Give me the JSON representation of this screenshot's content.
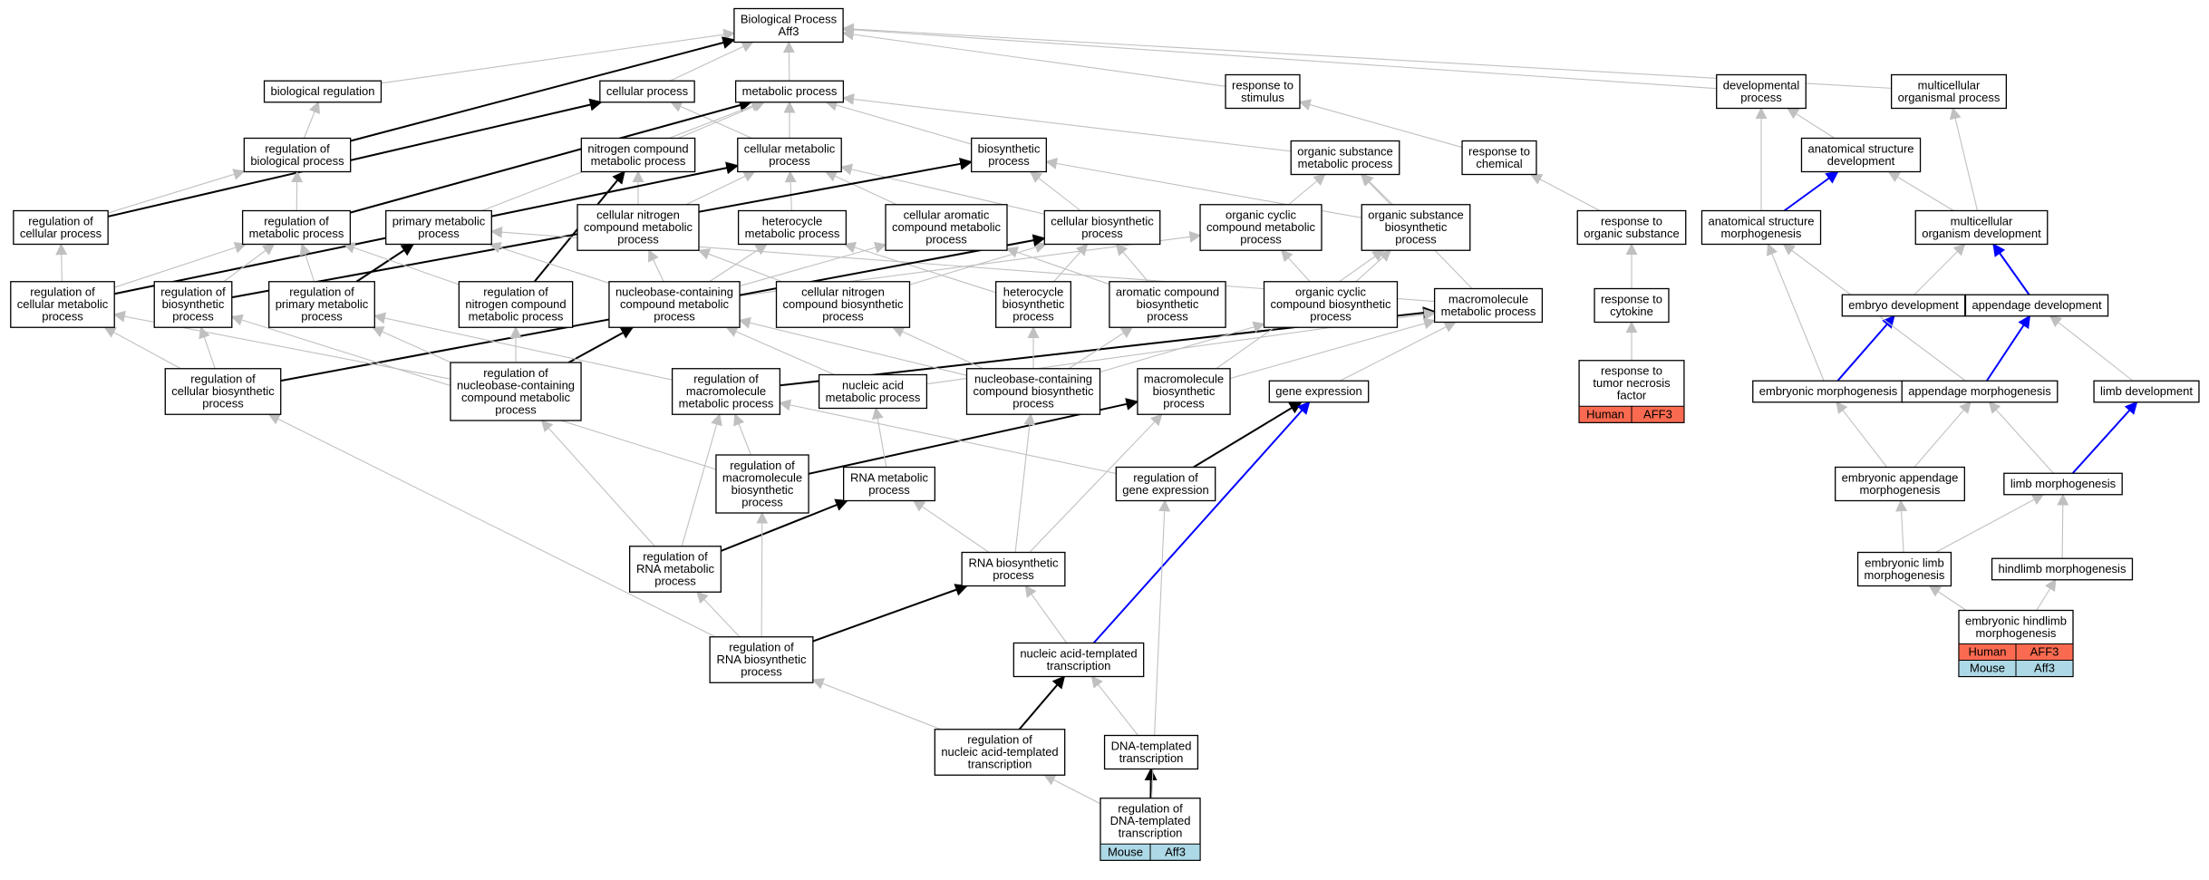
{
  "colors": {
    "edge_gray": "#c0c0c0",
    "edge_black": "#000000",
    "edge_blue": "#0000ff",
    "human_fill": "#fa6a50",
    "mouse_fill": "#add8e6",
    "node_stroke": "#000000",
    "node_fill": "#ffffff"
  },
  "nodes": [
    {
      "id": "bp",
      "lines": [
        "Biological Process",
        "Aff3"
      ]
    },
    {
      "id": "bioreg",
      "lines": [
        "biological regulation"
      ]
    },
    {
      "id": "cellproc",
      "lines": [
        "cellular process"
      ]
    },
    {
      "id": "metproc",
      "lines": [
        "metabolic process"
      ]
    },
    {
      "id": "respstim",
      "lines": [
        "response to",
        "stimulus"
      ]
    },
    {
      "id": "devproc",
      "lines": [
        "developmental",
        "process"
      ]
    },
    {
      "id": "multiproc",
      "lines": [
        "multicellular",
        "organismal process"
      ]
    },
    {
      "id": "regbio",
      "lines": [
        "regulation of",
        "biological process"
      ]
    },
    {
      "id": "nitro",
      "lines": [
        "nitrogen compound",
        "metabolic process"
      ]
    },
    {
      "id": "cellmet",
      "lines": [
        "cellular metabolic",
        "process"
      ]
    },
    {
      "id": "biosyn",
      "lines": [
        "biosynthetic",
        "process"
      ]
    },
    {
      "id": "orgsub",
      "lines": [
        "organic substance",
        "metabolic process"
      ]
    },
    {
      "id": "respchem",
      "lines": [
        "response to",
        "chemical"
      ]
    },
    {
      "id": "anatdev",
      "lines": [
        "anatomical structure",
        "development"
      ]
    },
    {
      "id": "regcell",
      "lines": [
        "regulation of",
        "cellular process"
      ]
    },
    {
      "id": "regmet",
      "lines": [
        "regulation of",
        "metabolic process"
      ]
    },
    {
      "id": "primmet",
      "lines": [
        "primary metabolic",
        "process"
      ]
    },
    {
      "id": "cellnitro",
      "lines": [
        "cellular nitrogen",
        "compound metabolic",
        "process"
      ]
    },
    {
      "id": "hetmet",
      "lines": [
        "heterocycle",
        "metabolic process"
      ]
    },
    {
      "id": "cellarom",
      "lines": [
        "cellular aromatic",
        "compound metabolic",
        "process"
      ]
    },
    {
      "id": "cellbiosyn",
      "lines": [
        "cellular biosynthetic",
        "process"
      ]
    },
    {
      "id": "orgcyc",
      "lines": [
        "organic cyclic",
        "compound metabolic",
        "process"
      ]
    },
    {
      "id": "orgsubbio",
      "lines": [
        "organic substance",
        "biosynthetic",
        "process"
      ]
    },
    {
      "id": "resporg",
      "lines": [
        "response to",
        "organic substance"
      ]
    },
    {
      "id": "anatmorph",
      "lines": [
        "anatomical structure",
        "morphogenesis"
      ]
    },
    {
      "id": "multidev",
      "lines": [
        "multicellular",
        "organism development"
      ]
    },
    {
      "id": "regcellmet",
      "lines": [
        "regulation of",
        "cellular metabolic",
        "process"
      ]
    },
    {
      "id": "regbiosyn",
      "lines": [
        "regulation of",
        "biosynthetic",
        "process"
      ]
    },
    {
      "id": "regprim",
      "lines": [
        "regulation of",
        "primary metabolic",
        "process"
      ]
    },
    {
      "id": "regnitro",
      "lines": [
        "regulation of",
        "nitrogen compound",
        "metabolic process"
      ]
    },
    {
      "id": "nucbase",
      "lines": [
        "nucleobase-containing",
        "compound metabolic",
        "process"
      ]
    },
    {
      "id": "cellnitrobio",
      "lines": [
        "cellular nitrogen",
        "compound biosynthetic",
        "process"
      ]
    },
    {
      "id": "hetbio",
      "lines": [
        "heterocycle",
        "biosynthetic",
        "process"
      ]
    },
    {
      "id": "arombio",
      "lines": [
        "aromatic compound",
        "biosynthetic",
        "process"
      ]
    },
    {
      "id": "orgcycbio",
      "lines": [
        "organic cyclic",
        "compound biosynthetic",
        "process"
      ]
    },
    {
      "id": "macromet",
      "lines": [
        "macromolecule",
        "metabolic process"
      ]
    },
    {
      "id": "respcyt",
      "lines": [
        "response to",
        "cytokine"
      ]
    },
    {
      "id": "embdev",
      "lines": [
        "embryo development"
      ]
    },
    {
      "id": "appdev",
      "lines": [
        "appendage development"
      ]
    },
    {
      "id": "regcellbio",
      "lines": [
        "regulation of",
        "cellular biosynthetic",
        "process"
      ]
    },
    {
      "id": "regnucbase",
      "lines": [
        "regulation of",
        "nucleobase-containing",
        "compound metabolic",
        "process"
      ]
    },
    {
      "id": "regmacro",
      "lines": [
        "regulation of",
        "macromolecule",
        "metabolic process"
      ]
    },
    {
      "id": "nucacid",
      "lines": [
        "nucleic acid",
        "metabolic process"
      ]
    },
    {
      "id": "nucbasebio",
      "lines": [
        "nucleobase-containing",
        "compound biosynthetic",
        "process"
      ]
    },
    {
      "id": "macrobio",
      "lines": [
        "macromolecule",
        "biosynthetic",
        "process"
      ]
    },
    {
      "id": "geneexp",
      "lines": [
        "gene expression"
      ]
    },
    {
      "id": "resptnf",
      "lines": [
        "response to",
        "tumor necrosis",
        "factor"
      ],
      "genes": [
        [
          "Human",
          "AFF3"
        ]
      ]
    },
    {
      "id": "embmorph",
      "lines": [
        "embryonic morphogenesis"
      ]
    },
    {
      "id": "appmorph",
      "lines": [
        "appendage morphogenesis"
      ]
    },
    {
      "id": "limbdev",
      "lines": [
        "limb development"
      ]
    },
    {
      "id": "regmacrobio",
      "lines": [
        "regulation of",
        "macromolecule",
        "biosynthetic",
        "process"
      ]
    },
    {
      "id": "rnamet",
      "lines": [
        "RNA metabolic",
        "process"
      ]
    },
    {
      "id": "reggene",
      "lines": [
        "regulation of",
        "gene expression"
      ]
    },
    {
      "id": "embapp",
      "lines": [
        "embryonic appendage",
        "morphogenesis"
      ]
    },
    {
      "id": "limbmorph",
      "lines": [
        "limb morphogenesis"
      ]
    },
    {
      "id": "regrnamet",
      "lines": [
        "regulation of",
        "RNA metabolic",
        "process"
      ]
    },
    {
      "id": "rnabio",
      "lines": [
        "RNA biosynthetic",
        "process"
      ]
    },
    {
      "id": "emblimb",
      "lines": [
        "embryonic limb",
        "morphogenesis"
      ]
    },
    {
      "id": "hindlimb",
      "lines": [
        "hindlimb morphogenesis"
      ]
    },
    {
      "id": "regrnabio",
      "lines": [
        "regulation of",
        "RNA biosynthetic",
        "process"
      ]
    },
    {
      "id": "nuctrans",
      "lines": [
        "nucleic acid-templated",
        "transcription"
      ]
    },
    {
      "id": "embhind",
      "lines": [
        "embryonic hindlimb",
        "morphogenesis"
      ],
      "genes": [
        [
          "Human",
          "AFF3"
        ],
        [
          "Mouse",
          "Aff3"
        ]
      ]
    },
    {
      "id": "regnuctrans",
      "lines": [
        "regulation of",
        "nucleic acid-templated",
        "transcription"
      ]
    },
    {
      "id": "dnatrans",
      "lines": [
        "DNA-templated",
        "transcription"
      ]
    },
    {
      "id": "regdnatrans",
      "lines": [
        "regulation of",
        "DNA-templated",
        "transcription"
      ],
      "genes": [
        [
          "Mouse",
          "Aff3"
        ]
      ]
    }
  ],
  "edges": [
    {
      "from": "bioreg",
      "to": "bp",
      "color": "gray"
    },
    {
      "from": "cellproc",
      "to": "bp",
      "color": "gray"
    },
    {
      "from": "metproc",
      "to": "bp",
      "color": "gray"
    },
    {
      "from": "respstim",
      "to": "bp",
      "color": "gray"
    },
    {
      "from": "devproc",
      "to": "bp",
      "color": "gray"
    },
    {
      "from": "multiproc",
      "to": "bp",
      "color": "gray"
    },
    {
      "from": "regbio",
      "to": "bioreg",
      "color": "gray"
    },
    {
      "from": "regbio",
      "to": "bp",
      "color": "black"
    },
    {
      "from": "nitro",
      "to": "metproc",
      "color": "gray"
    },
    {
      "from": "cellmet",
      "to": "metproc",
      "color": "gray"
    },
    {
      "from": "cellmet",
      "to": "cellproc",
      "color": "gray"
    },
    {
      "from": "biosyn",
      "to": "metproc",
      "color": "gray"
    },
    {
      "from": "orgsub",
      "to": "metproc",
      "color": "gray"
    },
    {
      "from": "respchem",
      "to": "respstim",
      "color": "gray"
    },
    {
      "from": "anatdev",
      "to": "devproc",
      "color": "gray"
    },
    {
      "from": "regcell",
      "to": "regbio",
      "color": "gray"
    },
    {
      "from": "regcell",
      "to": "cellproc",
      "color": "black"
    },
    {
      "from": "regmet",
      "to": "regbio",
      "color": "gray"
    },
    {
      "from": "regmet",
      "to": "metproc",
      "color": "black"
    },
    {
      "from": "primmet",
      "to": "metproc",
      "color": "gray"
    },
    {
      "from": "cellnitro",
      "to": "nitro",
      "color": "gray"
    },
    {
      "from": "cellnitro",
      "to": "cellmet",
      "color": "gray"
    },
    {
      "from": "hetmet",
      "to": "cellmet",
      "color": "gray"
    },
    {
      "from": "cellarom",
      "to": "cellmet",
      "color": "gray"
    },
    {
      "from": "cellbiosyn",
      "to": "biosyn",
      "color": "gray"
    },
    {
      "from": "cellbiosyn",
      "to": "cellmet",
      "color": "gray"
    },
    {
      "from": "orgcyc",
      "to": "orgsub",
      "color": "gray"
    },
    {
      "from": "orgsubbio",
      "to": "orgsub",
      "color": "gray"
    },
    {
      "from": "orgsubbio",
      "to": "biosyn",
      "color": "gray"
    },
    {
      "from": "resporg",
      "to": "respchem",
      "color": "gray"
    },
    {
      "from": "anatmorph",
      "to": "devproc",
      "color": "gray"
    },
    {
      "from": "anatmorph",
      "to": "anatdev",
      "color": "blue"
    },
    {
      "from": "multidev",
      "to": "anatdev",
      "color": "gray"
    },
    {
      "from": "multidev",
      "to": "multiproc",
      "color": "gray"
    },
    {
      "from": "regcellmet",
      "to": "regcell",
      "color": "gray"
    },
    {
      "from": "regcellmet",
      "to": "regmet",
      "color": "gray"
    },
    {
      "from": "regcellmet",
      "to": "cellmet",
      "color": "black"
    },
    {
      "from": "regbiosyn",
      "to": "regmet",
      "color": "gray"
    },
    {
      "from": "regbiosyn",
      "to": "biosyn",
      "color": "black"
    },
    {
      "from": "regprim",
      "to": "regmet",
      "color": "gray"
    },
    {
      "from": "regprim",
      "to": "primmet",
      "color": "black"
    },
    {
      "from": "regnitro",
      "to": "regmet",
      "color": "gray"
    },
    {
      "from": "regnitro",
      "to": "nitro",
      "color": "black"
    },
    {
      "from": "nucbase",
      "to": "cellnitro",
      "color": "gray"
    },
    {
      "from": "nucbase",
      "to": "hetmet",
      "color": "gray"
    },
    {
      "from": "nucbase",
      "to": "cellarom",
      "color": "gray"
    },
    {
      "from": "nucbase",
      "to": "orgcyc",
      "color": "gray"
    },
    {
      "from": "nucbase",
      "to": "primmet",
      "color": "gray"
    },
    {
      "from": "cellnitrobio",
      "to": "cellbiosyn",
      "color": "gray"
    },
    {
      "from": "cellnitrobio",
      "to": "cellnitro",
      "color": "gray"
    },
    {
      "from": "hetbio",
      "to": "hetmet",
      "color": "gray"
    },
    {
      "from": "hetbio",
      "to": "cellbiosyn",
      "color": "gray"
    },
    {
      "from": "arombio",
      "to": "cellarom",
      "color": "gray"
    },
    {
      "from": "arombio",
      "to": "cellbiosyn",
      "color": "gray"
    },
    {
      "from": "orgcycbio",
      "to": "orgcyc",
      "color": "gray"
    },
    {
      "from": "orgcycbio",
      "to": "orgsubbio",
      "color": "gray"
    },
    {
      "from": "macromet",
      "to": "orgsub",
      "color": "gray"
    },
    {
      "from": "macromet",
      "to": "primmet",
      "color": "gray"
    },
    {
      "from": "respcyt",
      "to": "resporg",
      "color": "gray"
    },
    {
      "from": "embdev",
      "to": "multidev",
      "color": "gray"
    },
    {
      "from": "appdev",
      "to": "multidev",
      "color": "blue"
    },
    {
      "from": "regcellbio",
      "to": "regcellmet",
      "color": "gray"
    },
    {
      "from": "regcellbio",
      "to": "regbiosyn",
      "color": "gray"
    },
    {
      "from": "regcellbio",
      "to": "cellbiosyn",
      "color": "black"
    },
    {
      "from": "regnucbase",
      "to": "regcellmet",
      "color": "gray"
    },
    {
      "from": "regnucbase",
      "to": "regprim",
      "color": "gray"
    },
    {
      "from": "regnucbase",
      "to": "regnitro",
      "color": "gray"
    },
    {
      "from": "regnucbase",
      "to": "nucbase",
      "color": "black"
    },
    {
      "from": "regmacro",
      "to": "regprim",
      "color": "gray"
    },
    {
      "from": "regmacro",
      "to": "macromet",
      "color": "black"
    },
    {
      "from": "nucacid",
      "to": "nucbase",
      "color": "gray"
    },
    {
      "from": "nucacid",
      "to": "macromet",
      "color": "gray"
    },
    {
      "from": "nucbasebio",
      "to": "nucbase",
      "color": "gray"
    },
    {
      "from": "nucbasebio",
      "to": "hetbio",
      "color": "gray"
    },
    {
      "from": "nucbasebio",
      "to": "arombio",
      "color": "gray"
    },
    {
      "from": "nucbasebio",
      "to": "orgcycbio",
      "color": "gray"
    },
    {
      "from": "nucbasebio",
      "to": "cellnitrobio",
      "color": "gray"
    },
    {
      "from": "macrobio",
      "to": "macromet",
      "color": "gray"
    },
    {
      "from": "macrobio",
      "to": "orgsubbio",
      "color": "gray"
    },
    {
      "from": "geneexp",
      "to": "macromet",
      "color": "gray"
    },
    {
      "from": "resptnf",
      "to": "respcyt",
      "color": "gray"
    },
    {
      "from": "embmorph",
      "to": "anatmorph",
      "color": "gray"
    },
    {
      "from": "embmorph",
      "to": "embdev",
      "color": "blue"
    },
    {
      "from": "appmorph",
      "to": "anatmorph",
      "color": "gray"
    },
    {
      "from": "appmorph",
      "to": "appdev",
      "color": "blue"
    },
    {
      "from": "limbdev",
      "to": "appdev",
      "color": "gray"
    },
    {
      "from": "regmacrobio",
      "to": "regmacro",
      "color": "gray"
    },
    {
      "from": "regmacrobio",
      "to": "regbiosyn",
      "color": "gray"
    },
    {
      "from": "regmacrobio",
      "to": "macrobio",
      "color": "black"
    },
    {
      "from": "rnamet",
      "to": "nucacid",
      "color": "gray"
    },
    {
      "from": "reggene",
      "to": "regmacro",
      "color": "gray"
    },
    {
      "from": "reggene",
      "to": "geneexp",
      "color": "black"
    },
    {
      "from": "embapp",
      "to": "embmorph",
      "color": "gray"
    },
    {
      "from": "embapp",
      "to": "appmorph",
      "color": "gray"
    },
    {
      "from": "limbmorph",
      "to": "appmorph",
      "color": "gray"
    },
    {
      "from": "limbmorph",
      "to": "limbdev",
      "color": "blue"
    },
    {
      "from": "regrnamet",
      "to": "regnucbase",
      "color": "gray"
    },
    {
      "from": "regrnamet",
      "to": "regmacro",
      "color": "gray"
    },
    {
      "from": "regrnamet",
      "to": "rnamet",
      "color": "black"
    },
    {
      "from": "rnabio",
      "to": "rnamet",
      "color": "gray"
    },
    {
      "from": "rnabio",
      "to": "nucbasebio",
      "color": "gray"
    },
    {
      "from": "rnabio",
      "to": "macrobio",
      "color": "gray"
    },
    {
      "from": "emblimb",
      "to": "embapp",
      "color": "gray"
    },
    {
      "from": "emblimb",
      "to": "limbmorph",
      "color": "gray"
    },
    {
      "from": "hindlimb",
      "to": "limbmorph",
      "color": "gray"
    },
    {
      "from": "regrnabio",
      "to": "regcellbio",
      "color": "gray"
    },
    {
      "from": "regrnabio",
      "to": "regrnamet",
      "color": "gray"
    },
    {
      "from": "regrnabio",
      "to": "regmacrobio",
      "color": "gray"
    },
    {
      "from": "regrnabio",
      "to": "rnabio",
      "color": "black"
    },
    {
      "from": "nuctrans",
      "to": "rnabio",
      "color": "gray"
    },
    {
      "from": "nuctrans",
      "to": "geneexp",
      "color": "blue"
    },
    {
      "from": "embhind",
      "to": "emblimb",
      "color": "gray"
    },
    {
      "from": "embhind",
      "to": "hindlimb",
      "color": "gray"
    },
    {
      "from": "regnuctrans",
      "to": "regrnabio",
      "color": "gray"
    },
    {
      "from": "regnuctrans",
      "to": "nuctrans",
      "color": "black"
    },
    {
      "from": "dnatrans",
      "to": "nuctrans",
      "color": "gray"
    },
    {
      "from": "regdnatrans",
      "to": "regnuctrans",
      "color": "gray"
    },
    {
      "from": "regdnatrans",
      "to": "dnatrans",
      "color": "black"
    },
    {
      "from": "regdnatrans",
      "to": "reggene",
      "color": "gray"
    }
  ]
}
